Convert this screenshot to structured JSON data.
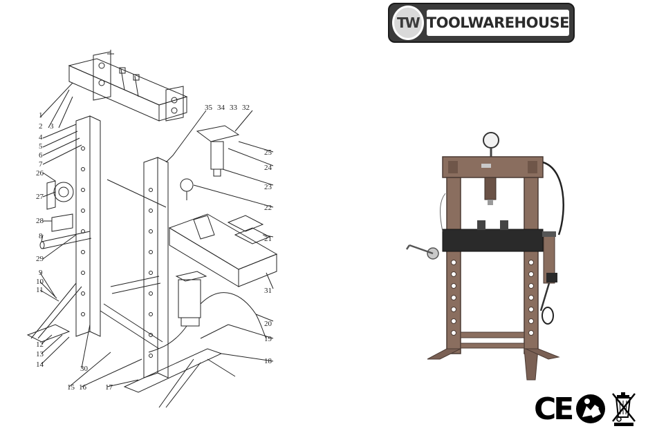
{
  "logo": {
    "badge": "TW",
    "text": "TOOLWAREHOUSE"
  },
  "certification": {
    "ce": "CE"
  },
  "colors": {
    "press_body": "#8a6e5f",
    "press_edge": "#4a3a33",
    "bolster_band": "#2a2a2a",
    "logo_dark": "#3b3b3b"
  },
  "icons": [
    "ce-mark-icon",
    "read-manual-icon",
    "weee-bin-icon"
  ],
  "parts": {
    "left": [
      "1",
      "2",
      "3",
      "4",
      "5",
      "6",
      "7",
      "26",
      "27",
      "28",
      "8",
      "29",
      "9",
      "10",
      "11",
      "12",
      "13",
      "14",
      "30"
    ],
    "top": [
      "35",
      "34",
      "33",
      "32"
    ],
    "right": [
      "25",
      "24",
      "23",
      "22",
      "21",
      "31",
      "20",
      "19",
      "18",
      "17"
    ],
    "bottom": [
      "15",
      "16"
    ]
  }
}
